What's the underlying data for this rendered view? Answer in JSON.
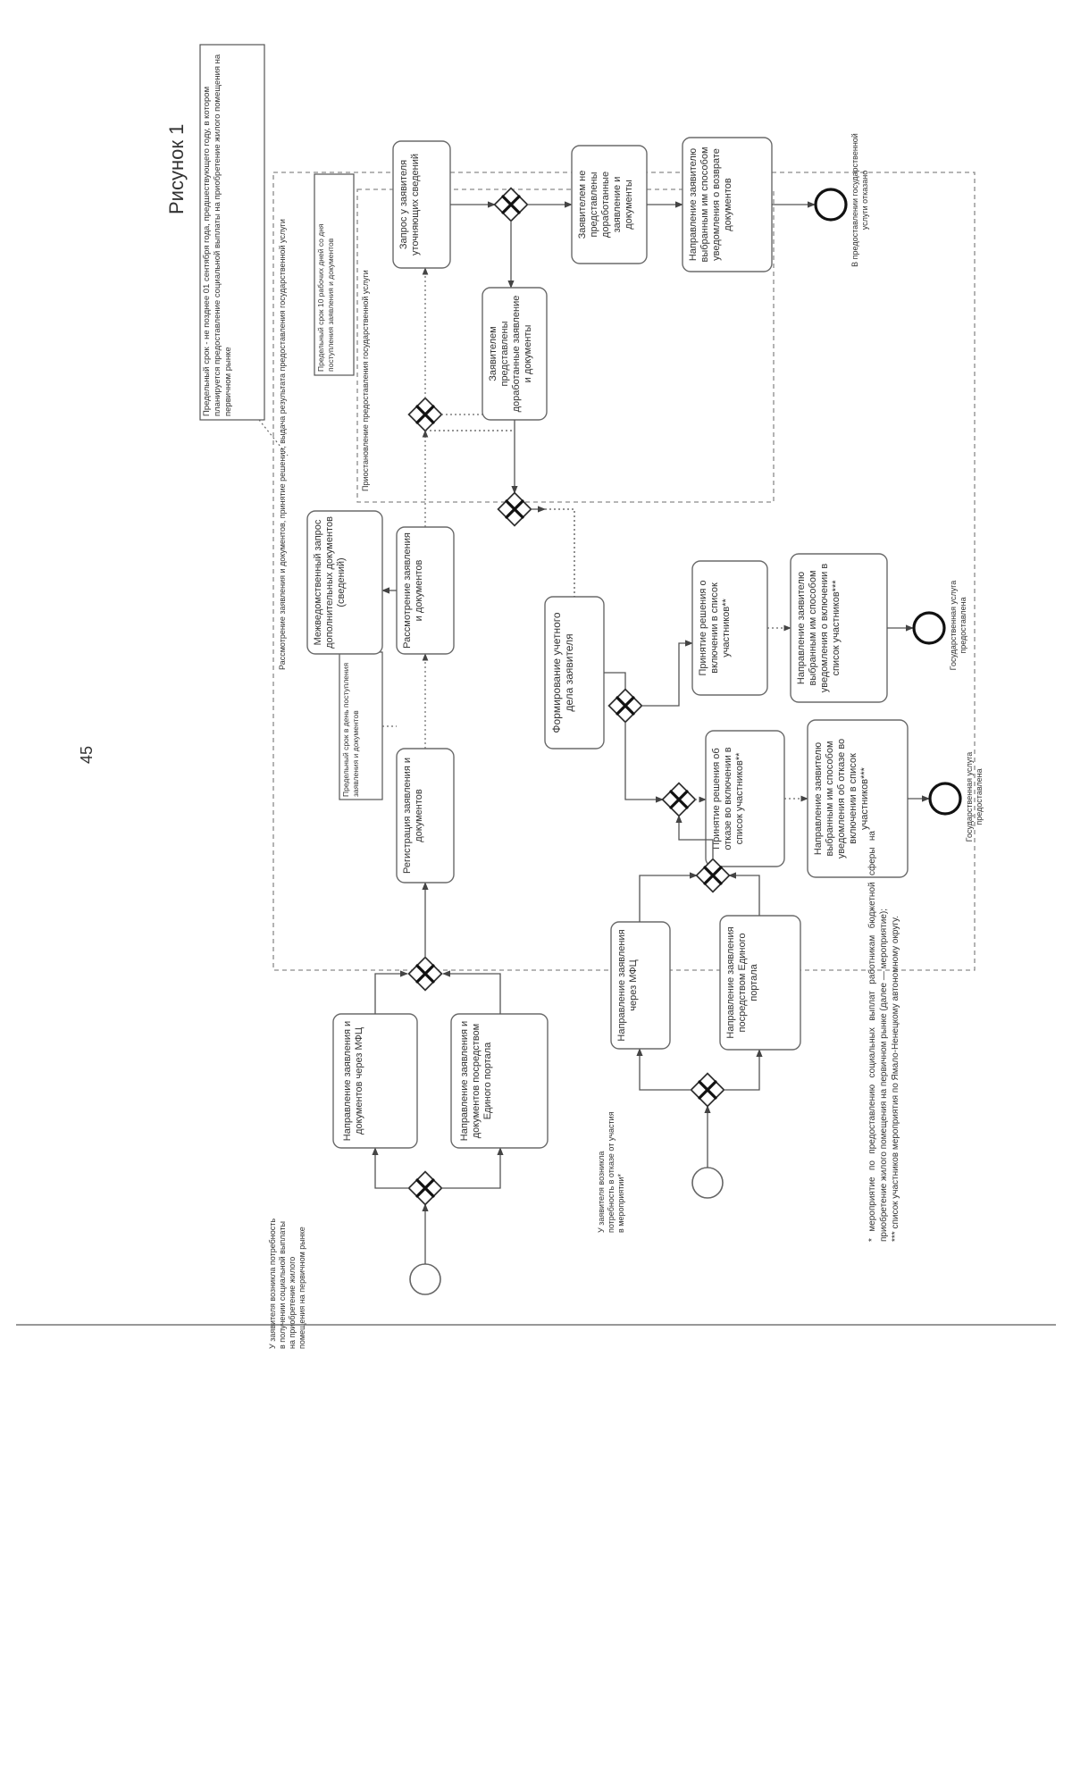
{
  "page": {
    "figure_caption": "Рисунок 1",
    "page_number": "45"
  },
  "annotations": {
    "deadline_top": "Предельный срок - не позднее 01 сентября года, предшествующего году, в котором планируется предоставление социальной выплаты на приобретение жилого помещения на первичном рынке",
    "outer_boundary": "Рассмотрение заявления и документов, принятие решения, выдача результата предоставления государственной услуги",
    "inner_boundary": "Приостановление предоставления государственной услуги",
    "deadline_registration": "Предельный срок в день поступления заявления и документов",
    "deadline_clarify": "Предельный срок 10 рабочих дней со дня поступления заявления и документов"
  },
  "start_events": {
    "need_payment": "У заявителя возникла потребность в получении социальной выплаты на приобретение жилого помещения на первичном рынке",
    "need_refusal": "У заявителя возникла потребность в отказе от участия в мероприятии*"
  },
  "tasks": {
    "send_mfc": "Направление заявления и документов через МФЦ",
    "send_portal": "Направление заявления и документов посредством Единого портала",
    "refusal_mfc": "Направление заявления через МФЦ",
    "refusal_portal": "Направление заявления посредством Единого портала",
    "registration": "Регистрация заявления и документов",
    "review": "Рассмотрение заявления и документов",
    "interagency": "Межведомственный запрос дополнительных документов (сведений)",
    "clarify_request": "Запрос у заявителя уточняющих сведений",
    "submitted_revised": "Заявителем представлены доработанные заявление и документы",
    "not_submitted": "Заявителем не представлены доработанные заявление и документы",
    "notify_return": "Направление заявителю выбранным им способом уведомления о возврате документов",
    "account_file": "Формирование учетного дела заявителя",
    "decision_include": "Принятие решения о включении в список участников**",
    "notify_include": "Направление заявителю выбранным им способом уведомления о включении в список участников***",
    "decision_refuse": "Принятие решения об отказе во включении в список участников**",
    "notify_refuse": "Направление заявителю выбранным им способом уведомления об отказе во включении в список участников***"
  },
  "end_events": {
    "refused": "В предоставлении государственной услуги отказано",
    "provided_include": "Государственная услуга предоставлена",
    "provided_refuse": "Государственная услуга предоставлена"
  },
  "footnotes": {
    "note1": "* мероприятие по предоставлению социальных выплат работникам бюджетной сферы на приобретение жилого помещения на первичном рынке (далее — мероприятие);",
    "note2": "*** список участников мероприятия по Ямало-Ненецкому автономному округу."
  }
}
